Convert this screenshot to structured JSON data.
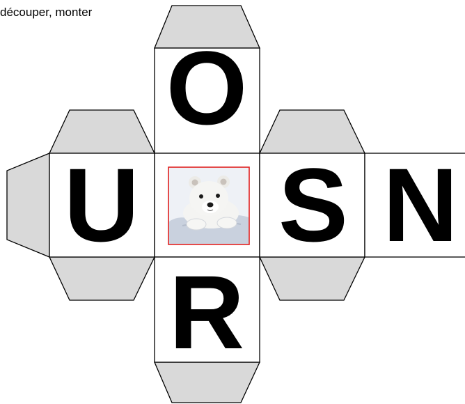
{
  "instruction": "découper, monter",
  "faces": {
    "top": "O",
    "left": "U",
    "right": "S",
    "far_right": "N",
    "bottom": "R"
  },
  "center_image": {
    "subject": "polar-bear-cub",
    "border_color": "#e02020"
  },
  "flap_color": "#d9d9d9"
}
